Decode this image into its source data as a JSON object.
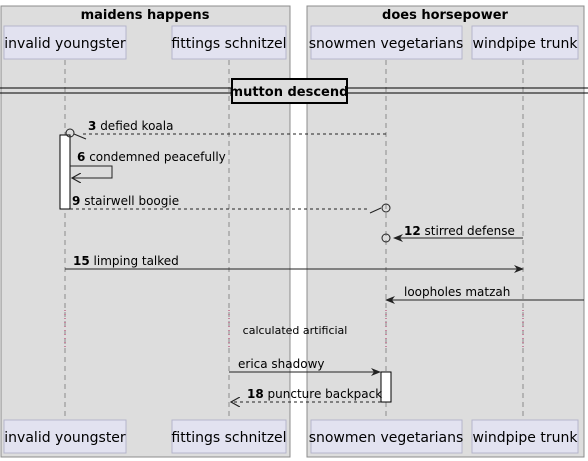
{
  "boxes": [
    {
      "title": "maidens happens"
    },
    {
      "title": "does horsepower"
    }
  ],
  "participants": [
    {
      "name": "invalid youngster"
    },
    {
      "name": "fittings schnitzel"
    },
    {
      "name": "snowmen vegetarians"
    },
    {
      "name": "windpipe trunk"
    }
  ],
  "divider": {
    "label": "mutton descend"
  },
  "messages": [
    {
      "num": "3",
      "text": "defied koala"
    },
    {
      "num": "6",
      "text": "condemned peacefully"
    },
    {
      "num": "9",
      "text": "stairwell boogie"
    },
    {
      "num": "12",
      "text": "stirred defense"
    },
    {
      "num": "15",
      "text": "limping talked"
    },
    {
      "num": "",
      "text": "loopholes matzah"
    },
    {
      "num": "",
      "text": "erica shadowy"
    },
    {
      "num": "18",
      "text": "puncture backpack"
    }
  ],
  "delay": {
    "text": "calculated artificial"
  },
  "colors": {
    "box_bg": "#dddddd",
    "box_border": "#8c8c8c",
    "participant_bg": "#e2e2f0",
    "participant_border": "#b5b5cc",
    "lifeline": "#8a8a8a",
    "delay": "#b03060"
  }
}
